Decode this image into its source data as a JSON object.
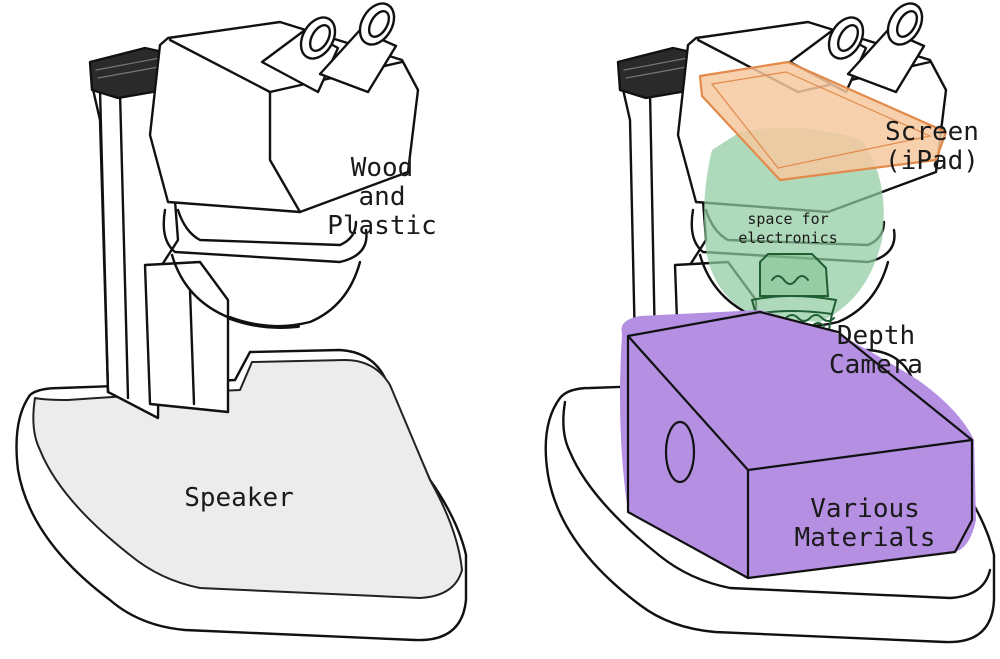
{
  "labels": {
    "wood_plastic": "Wood\nand\nPlastic",
    "speaker": "Speaker",
    "screen": "Screen\n(iPad)",
    "electronics": "space for\nelectronics",
    "depth_camera": "Depth\nCamera",
    "various_materials": "Various\nMaterials"
  },
  "colors": {
    "ink": "#111111",
    "speaker_fill": "#ececec",
    "screen_fill": "#f6c8a0",
    "electronics_fill": "#8fcb9f",
    "camera_ink": "#1f5f33",
    "materials_fill": "#b48fe2"
  }
}
